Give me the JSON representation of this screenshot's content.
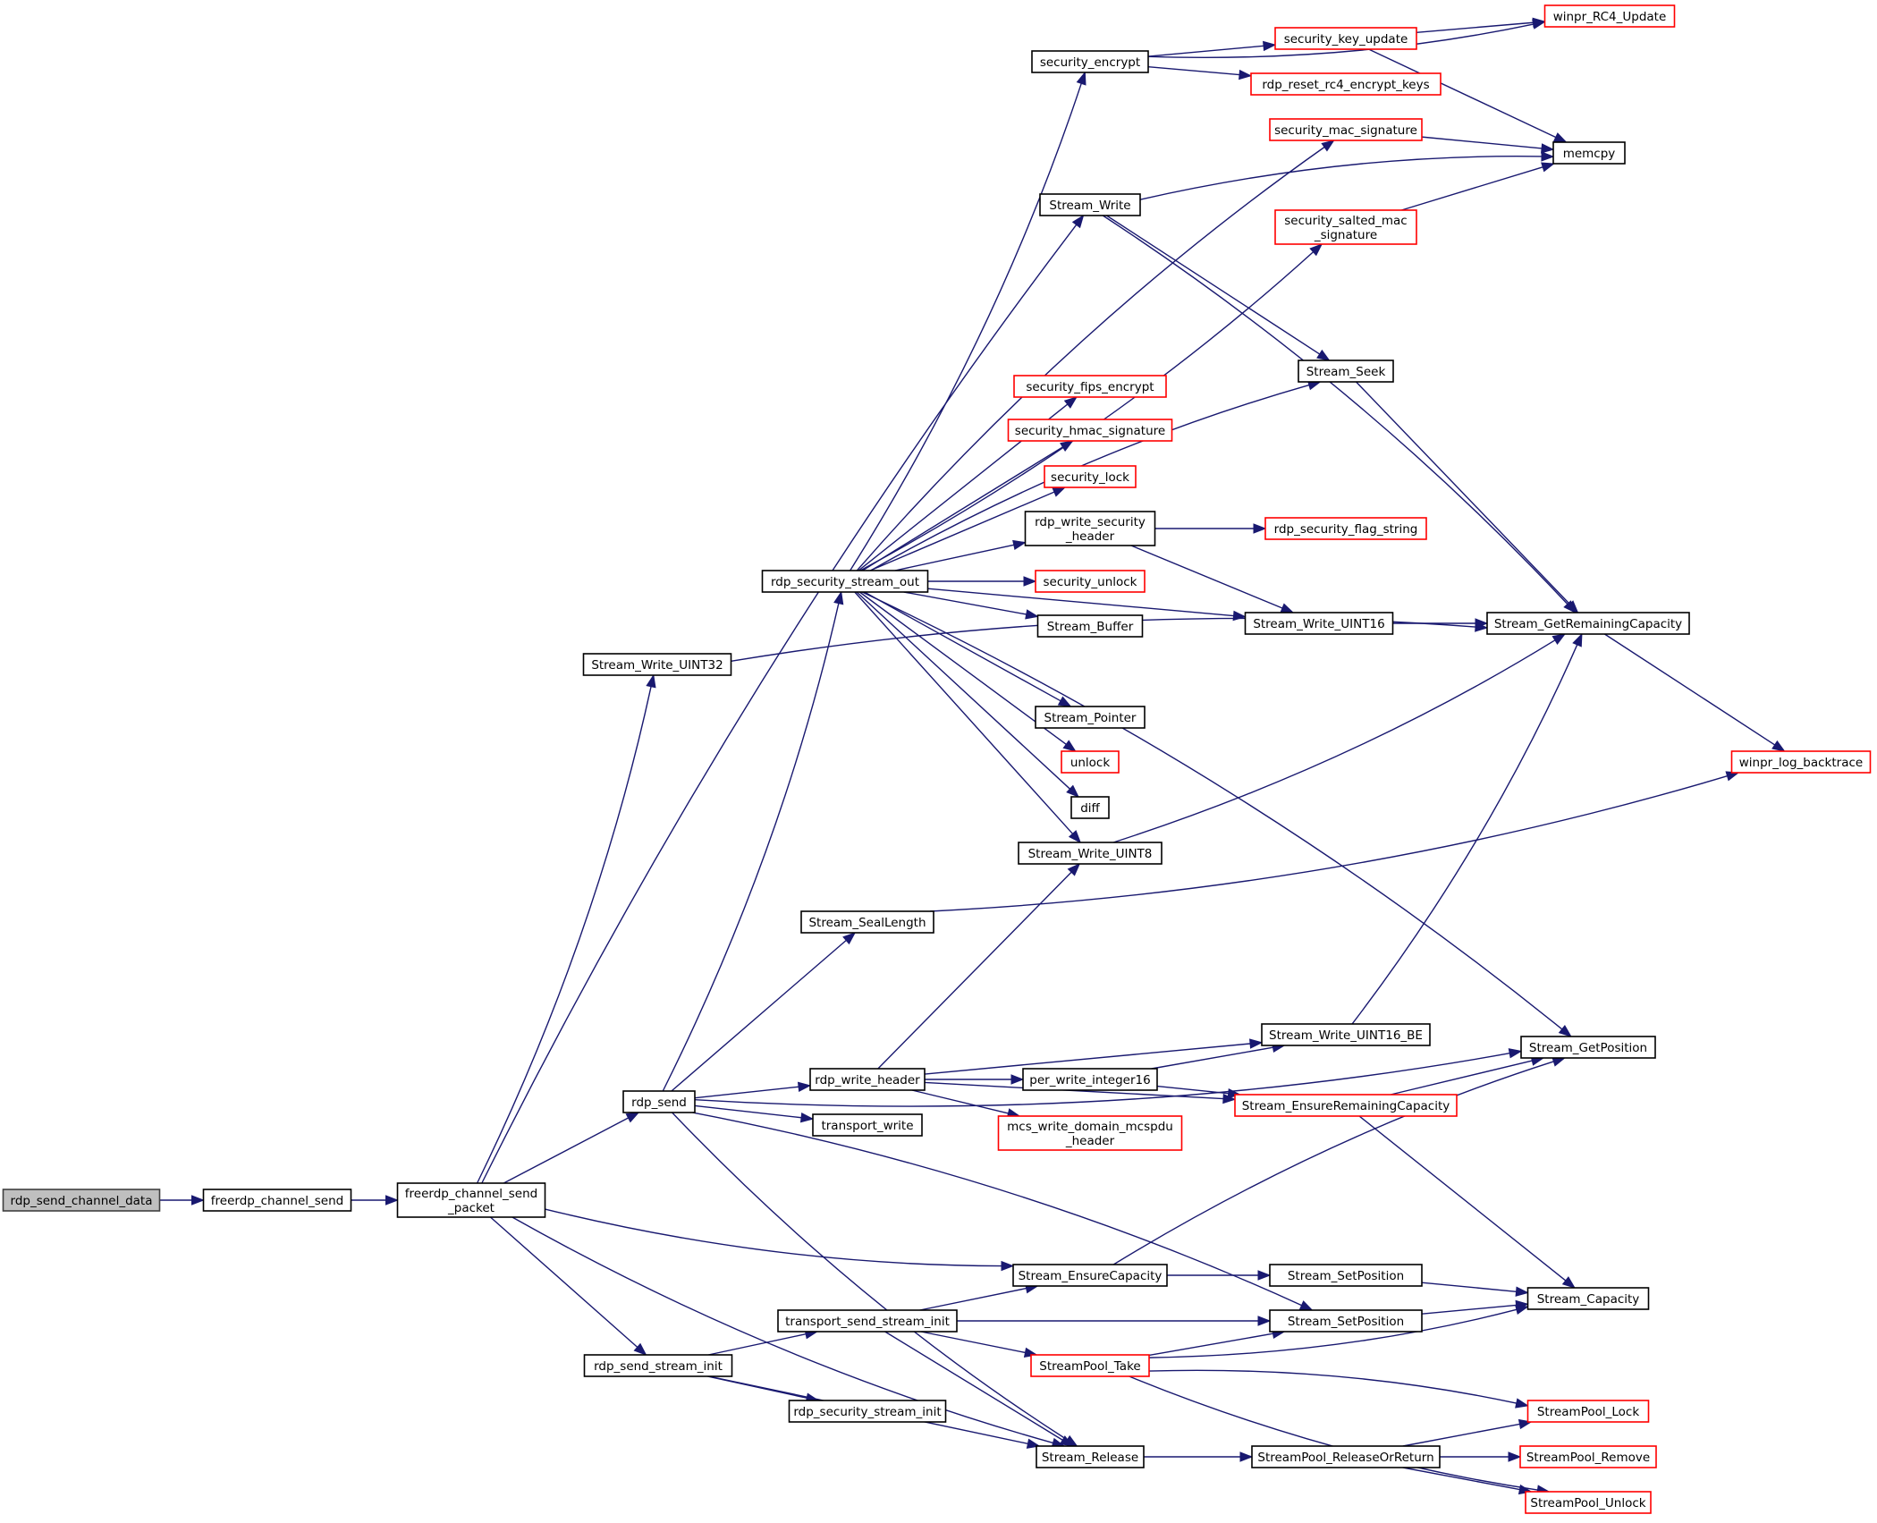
{
  "title": "rdp_send_channel_data call graph",
  "colors": {
    "edge": "#191970",
    "root_fill": "#bfbfbf",
    "truncated_border": "#ff0000",
    "normal_border": "#000000"
  },
  "nodes": [
    {
      "id": "rdp_send_channel_data",
      "label": [
        "rdp_send_channel_data"
      ],
      "style": "root"
    },
    {
      "id": "freerdp_channel_send",
      "label": [
        "freerdp_channel_send"
      ],
      "style": "normal"
    },
    {
      "id": "freerdp_channel_send_packet",
      "label": [
        "freerdp_channel_send",
        "_packet"
      ],
      "style": "normal"
    },
    {
      "id": "Stream_Write_UINT32",
      "label": [
        "Stream_Write_UINT32"
      ],
      "style": "normal"
    },
    {
      "id": "rdp_send",
      "label": [
        "rdp_send"
      ],
      "style": "normal"
    },
    {
      "id": "rdp_send_stream_init",
      "label": [
        "rdp_send_stream_init"
      ],
      "style": "normal"
    },
    {
      "id": "rdp_security_stream_out",
      "label": [
        "rdp_security_stream_out"
      ],
      "style": "normal"
    },
    {
      "id": "Stream_SealLength",
      "label": [
        "Stream_SealLength"
      ],
      "style": "normal"
    },
    {
      "id": "rdp_write_header",
      "label": [
        "rdp_write_header"
      ],
      "style": "normal"
    },
    {
      "id": "transport_write",
      "label": [
        "transport_write"
      ],
      "style": "normal"
    },
    {
      "id": "transport_send_stream_init",
      "label": [
        "transport_send_stream_init"
      ],
      "style": "normal"
    },
    {
      "id": "rdp_security_stream_init",
      "label": [
        "rdp_security_stream_init"
      ],
      "style": "normal"
    },
    {
      "id": "security_encrypt",
      "label": [
        "security_encrypt"
      ],
      "style": "normal"
    },
    {
      "id": "Stream_Write",
      "label": [
        "Stream_Write"
      ],
      "style": "normal"
    },
    {
      "id": "security_fips_encrypt",
      "label": [
        "security_fips_encrypt"
      ],
      "style": "red"
    },
    {
      "id": "security_hmac_signature",
      "label": [
        "security_hmac_signature"
      ],
      "style": "red"
    },
    {
      "id": "security_lock",
      "label": [
        "security_lock"
      ],
      "style": "red"
    },
    {
      "id": "rdp_write_security_header",
      "label": [
        "rdp_write_security",
        "_header"
      ],
      "style": "normal"
    },
    {
      "id": "security_unlock",
      "label": [
        "security_unlock"
      ],
      "style": "red"
    },
    {
      "id": "Stream_Buffer",
      "label": [
        "Stream_Buffer"
      ],
      "style": "normal"
    },
    {
      "id": "Stream_Pointer",
      "label": [
        "Stream_Pointer"
      ],
      "style": "normal"
    },
    {
      "id": "unlock",
      "label": [
        "unlock"
      ],
      "style": "red"
    },
    {
      "id": "diff",
      "label": [
        "diff"
      ],
      "style": "normal"
    },
    {
      "id": "Stream_Write_UINT8",
      "label": [
        "Stream_Write_UINT8"
      ],
      "style": "normal"
    },
    {
      "id": "per_write_integer16",
      "label": [
        "per_write_integer16"
      ],
      "style": "normal"
    },
    {
      "id": "mcs_write_domain_mcspdu_header",
      "label": [
        "mcs_write_domain_mcspdu",
        "_header"
      ],
      "style": "red"
    },
    {
      "id": "Stream_EnsureCapacity",
      "label": [
        "Stream_EnsureCapacity"
      ],
      "style": "normal"
    },
    {
      "id": "StreamPool_Take",
      "label": [
        "StreamPool_Take"
      ],
      "style": "red"
    },
    {
      "id": "Stream_Release",
      "label": [
        "Stream_Release"
      ],
      "style": "normal"
    },
    {
      "id": "security_key_update",
      "label": [
        "security_key_update"
      ],
      "style": "red"
    },
    {
      "id": "rdp_reset_rc4_encrypt_keys",
      "label": [
        "rdp_reset_rc4_encrypt_keys"
      ],
      "style": "red"
    },
    {
      "id": "security_mac_signature",
      "label": [
        "security_mac_signature"
      ],
      "style": "red"
    },
    {
      "id": "security_salted_mac_signature",
      "label": [
        "security_salted_mac",
        "_signature"
      ],
      "style": "red"
    },
    {
      "id": "Stream_Seek",
      "label": [
        "Stream_Seek"
      ],
      "style": "normal"
    },
    {
      "id": "rdp_security_flag_string",
      "label": [
        "rdp_security_flag_string"
      ],
      "style": "red"
    },
    {
      "id": "Stream_Write_UINT16",
      "label": [
        "Stream_Write_UINT16"
      ],
      "style": "normal"
    },
    {
      "id": "Stream_Write_UINT16_BE",
      "label": [
        "Stream_Write_UINT16_BE"
      ],
      "style": "normal"
    },
    {
      "id": "Stream_EnsureRemainingCapacity",
      "label": [
        "Stream_EnsureRemainingCapacity"
      ],
      "style": "red"
    },
    {
      "id": "Stream_SetPosition_a",
      "label": [
        "Stream_SetPosition"
      ],
      "style": "normal"
    },
    {
      "id": "Stream_SetPosition_b",
      "label": [
        "Stream_SetPosition"
      ],
      "style": "normal"
    },
    {
      "id": "StreamPool_ReleaseOrReturn",
      "label": [
        "StreamPool_ReleaseOrReturn"
      ],
      "style": "normal"
    },
    {
      "id": "winpr_RC4_Update",
      "label": [
        "winpr_RC4_Update"
      ],
      "style": "red"
    },
    {
      "id": "memcpy",
      "label": [
        "memcpy"
      ],
      "style": "normal"
    },
    {
      "id": "Stream_GetRemainingCapacity",
      "label": [
        "Stream_GetRemainingCapacity"
      ],
      "style": "normal"
    },
    {
      "id": "winpr_log_backtrace",
      "label": [
        "winpr_log_backtrace"
      ],
      "style": "red"
    },
    {
      "id": "Stream_GetPosition",
      "label": [
        "Stream_GetPosition"
      ],
      "style": "normal"
    },
    {
      "id": "Stream_Capacity",
      "label": [
        "Stream_Capacity"
      ],
      "style": "normal"
    },
    {
      "id": "StreamPool_Lock",
      "label": [
        "StreamPool_Lock"
      ],
      "style": "red"
    },
    {
      "id": "StreamPool_Remove",
      "label": [
        "StreamPool_Remove"
      ],
      "style": "red"
    },
    {
      "id": "StreamPool_Unlock",
      "label": [
        "StreamPool_Unlock"
      ],
      "style": "red"
    }
  ],
  "edges": [
    [
      "rdp_send_channel_data",
      "freerdp_channel_send"
    ],
    [
      "freerdp_channel_send",
      "freerdp_channel_send_packet"
    ],
    [
      "freerdp_channel_send_packet",
      "Stream_Write"
    ],
    [
      "freerdp_channel_send_packet",
      "Stream_Write_UINT32"
    ],
    [
      "freerdp_channel_send_packet",
      "rdp_send"
    ],
    [
      "freerdp_channel_send_packet",
      "Stream_EnsureCapacity"
    ],
    [
      "freerdp_channel_send_packet",
      "rdp_send_stream_init"
    ],
    [
      "freerdp_channel_send_packet",
      "Stream_Release"
    ],
    [
      "Stream_Write_UINT32",
      "Stream_GetRemainingCapacity"
    ],
    [
      "rdp_send",
      "rdp_security_stream_out"
    ],
    [
      "rdp_send",
      "Stream_SealLength"
    ],
    [
      "rdp_send",
      "Stream_GetPosition"
    ],
    [
      "rdp_send",
      "rdp_write_header"
    ],
    [
      "rdp_send",
      "transport_write"
    ],
    [
      "rdp_send",
      "Stream_SetPosition_b"
    ],
    [
      "rdp_send",
      "Stream_Release"
    ],
    [
      "rdp_send_stream_init",
      "transport_send_stream_init"
    ],
    [
      "rdp_send_stream_init",
      "rdp_security_stream_init"
    ],
    [
      "rdp_send_stream_init",
      "Stream_Release"
    ],
    [
      "rdp_security_stream_out",
      "security_encrypt"
    ],
    [
      "rdp_security_stream_out",
      "security_mac_signature"
    ],
    [
      "rdp_security_stream_out",
      "security_salted_mac_signature"
    ],
    [
      "rdp_security_stream_out",
      "Stream_Seek"
    ],
    [
      "rdp_security_stream_out",
      "security_fips_encrypt"
    ],
    [
      "rdp_security_stream_out",
      "security_hmac_signature"
    ],
    [
      "rdp_security_stream_out",
      "security_lock"
    ],
    [
      "rdp_security_stream_out",
      "rdp_write_security_header"
    ],
    [
      "rdp_security_stream_out",
      "security_unlock"
    ],
    [
      "rdp_security_stream_out",
      "Stream_Buffer"
    ],
    [
      "rdp_security_stream_out",
      "Stream_Write_UINT16"
    ],
    [
      "rdp_security_stream_out",
      "Stream_Pointer"
    ],
    [
      "rdp_security_stream_out",
      "unlock"
    ],
    [
      "rdp_security_stream_out",
      "diff"
    ],
    [
      "rdp_security_stream_out",
      "Stream_Write_UINT8"
    ],
    [
      "rdp_security_stream_out",
      "Stream_GetPosition"
    ],
    [
      "Stream_SealLength",
      "winpr_log_backtrace"
    ],
    [
      "rdp_write_header",
      "Stream_Write_UINT8"
    ],
    [
      "rdp_write_header",
      "Stream_Write_UINT16_BE"
    ],
    [
      "rdp_write_header",
      "per_write_integer16"
    ],
    [
      "rdp_write_header",
      "mcs_write_domain_mcspdu_header"
    ],
    [
      "rdp_write_header",
      "Stream_EnsureRemainingCapacity"
    ],
    [
      "transport_send_stream_init",
      "Stream_EnsureCapacity"
    ],
    [
      "transport_send_stream_init",
      "Stream_SetPosition_b"
    ],
    [
      "transport_send_stream_init",
      "StreamPool_Take"
    ],
    [
      "transport_send_stream_init",
      "Stream_Release"
    ],
    [
      "security_encrypt",
      "winpr_RC4_Update"
    ],
    [
      "security_encrypt",
      "security_key_update"
    ],
    [
      "security_encrypt",
      "rdp_reset_rc4_encrypt_keys"
    ],
    [
      "security_key_update",
      "winpr_RC4_Update"
    ],
    [
      "security_key_update",
      "memcpy"
    ],
    [
      "security_mac_signature",
      "memcpy"
    ],
    [
      "security_salted_mac_signature",
      "memcpy"
    ],
    [
      "Stream_Write",
      "memcpy"
    ],
    [
      "Stream_Write",
      "Stream_Seek"
    ],
    [
      "Stream_Write",
      "Stream_GetRemainingCapacity"
    ],
    [
      "Stream_Seek",
      "Stream_GetRemainingCapacity"
    ],
    [
      "rdp_write_security_header",
      "rdp_security_flag_string"
    ],
    [
      "rdp_write_security_header",
      "Stream_Write_UINT16"
    ],
    [
      "Stream_Write_UINT16",
      "Stream_GetRemainingCapacity"
    ],
    [
      "Stream_Write_UINT8",
      "Stream_GetRemainingCapacity"
    ],
    [
      "Stream_GetRemainingCapacity",
      "winpr_log_backtrace"
    ],
    [
      "per_write_integer16",
      "Stream_Write_UINT16_BE"
    ],
    [
      "per_write_integer16",
      "Stream_EnsureRemainingCapacity"
    ],
    [
      "Stream_Write_UINT16_BE",
      "Stream_GetRemainingCapacity"
    ],
    [
      "Stream_EnsureRemainingCapacity",
      "Stream_GetPosition"
    ],
    [
      "Stream_EnsureRemainingCapacity",
      "Stream_Capacity"
    ],
    [
      "Stream_EnsureCapacity",
      "Stream_GetPosition"
    ],
    [
      "Stream_EnsureCapacity",
      "Stream_SetPosition_a"
    ],
    [
      "Stream_SetPosition_a",
      "Stream_Capacity"
    ],
    [
      "Stream_SetPosition_b",
      "Stream_Capacity"
    ],
    [
      "StreamPool_Take",
      "Stream_SetPosition_b"
    ],
    [
      "StreamPool_Take",
      "Stream_Capacity"
    ],
    [
      "StreamPool_Take",
      "StreamPool_Lock"
    ],
    [
      "StreamPool_Take",
      "StreamPool_Unlock"
    ],
    [
      "Stream_Release",
      "StreamPool_ReleaseOrReturn"
    ],
    [
      "StreamPool_ReleaseOrReturn",
      "StreamPool_Lock"
    ],
    [
      "StreamPool_ReleaseOrReturn",
      "StreamPool_Remove"
    ],
    [
      "StreamPool_ReleaseOrReturn",
      "StreamPool_Unlock"
    ]
  ]
}
